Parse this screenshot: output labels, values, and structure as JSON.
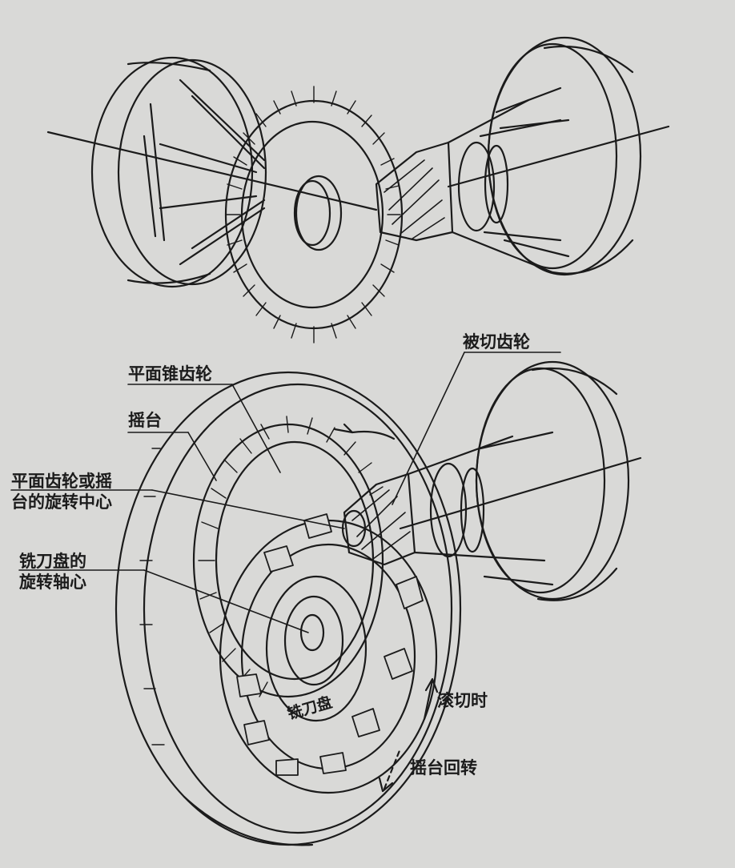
{
  "labels": {
    "gear_being_cut": "被切齿轮",
    "plane_bevel_gear": "平面锥齿轮",
    "cradle": "摇台",
    "rotation_center_line1": "平面齿轮或摇",
    "rotation_center_line2": "台的旋转中心",
    "cutter_axis_line1": "铣刀盘的",
    "cutter_axis_line2": "旋转轴心",
    "cutter_head": "铣刀盘",
    "generating": "滚切时",
    "cradle_return": "摇台回转"
  },
  "colors": {
    "paper": "#d9d9d7",
    "ink": "#1b1b1b"
  }
}
